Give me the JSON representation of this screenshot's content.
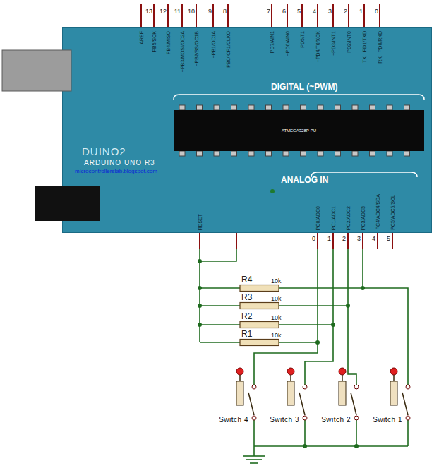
{
  "diagram": {
    "nodes": [
      {
        "text": [
          "DUINO2",
          "ARDUINO UNO R3",
          "microcontrollerslab.blogspot.com"
        ]
      },
      {
        "text": [
          "ATMEGA328P-PU"
        ],
        "in": 0
      }
    ],
    "labels": [
      "AREF",
      "PB5/SCK",
      "PB4/MISO",
      "~PB3/MOSI/OC2A",
      "~PB2/SS/OC1B",
      "~PB1/OC1A",
      "PB0/ICP1/CLKO",
      "PD7/AIN1",
      "~PD6/AIN0",
      "PD5/T1",
      "~PD4/T0/XCK",
      "~PD3/INT1",
      "PD2/INT0",
      "PD1/TXD",
      "PD0/RXD",
      "TX",
      "RX",
      "13",
      "12",
      "11",
      "10",
      "9",
      "8",
      "7",
      "6",
      "5",
      "4",
      "3",
      "2",
      "1",
      "0",
      "DIGITAL (~PWM)",
      "ANALOG IN",
      "RESET",
      "PC0/ADC0",
      "PC1/ADC1",
      "PC2/ADC2",
      "PC3/ADC3",
      "PC4/ADC4/SDA",
      "PC5/ADC5/SCL",
      "0",
      "1",
      "2",
      "3",
      "4",
      "5",
      "R4",
      "10k",
      "R3",
      "10k",
      "R2",
      "10k",
      "R1",
      "10k",
      "Switch 4",
      "Switch 3",
      "Switch 2",
      "Switch 1"
    ]
  }
}
